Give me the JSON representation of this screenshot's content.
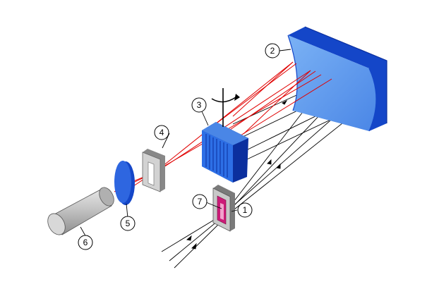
{
  "callouts": [
    {
      "id": "1",
      "label": "1"
    },
    {
      "id": "2",
      "label": "2"
    },
    {
      "id": "3",
      "label": "3"
    },
    {
      "id": "4",
      "label": "4"
    },
    {
      "id": "5",
      "label": "5"
    },
    {
      "id": "6",
      "label": "6"
    },
    {
      "id": "7",
      "label": "7"
    }
  ],
  "colors": {
    "mirror_face": "#5d9cf0",
    "mirror_side": "#1446c8",
    "grating_face": "#2d6fe6",
    "grating_side": "#0b2f9e",
    "red_ray": "#e00000",
    "black_ray": "#000000",
    "slit_fill": "#cc1b78",
    "cylinder": "#bcbcbc",
    "lens": "#2e66e0",
    "frame": "#c8c8c8"
  }
}
